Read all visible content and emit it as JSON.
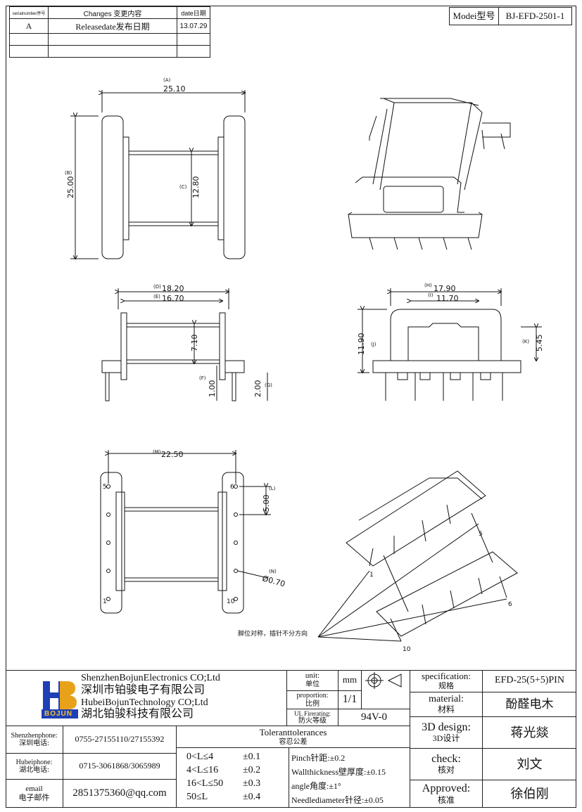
{
  "revision_table": {
    "headers": [
      "serialnumber序号",
      "Changes 变更内容",
      "date日期"
    ],
    "rows": [
      [
        "A",
        "Releasedate发布日期",
        "13.07.29"
      ],
      [
        "",
        "",
        ""
      ],
      [
        "",
        "",
        ""
      ]
    ]
  },
  "model": {
    "label": "Modei型号",
    "value": "BJ-EFD-2501-1"
  },
  "dimensions": {
    "A": {
      "tag": "(A)",
      "value": "25.10"
    },
    "B": {
      "tag": "(B)",
      "value": "25.00"
    },
    "C": {
      "tag": "(C)",
      "value": "12.80"
    },
    "D": {
      "tag": "(D)",
      "value": "18.20"
    },
    "E": {
      "tag": "(E)",
      "value": "16.70"
    },
    "side_h": {
      "value": "7.10"
    },
    "F": {
      "tag": "(F)",
      "value": "1.00"
    },
    "G": {
      "tag": "(G)",
      "value": "2.00"
    },
    "H": {
      "tag": "(H)",
      "value": "17.90"
    },
    "I": {
      "tag": "(I)",
      "value": "11.70"
    },
    "J": {
      "tag": "(J)",
      "value": "11.90"
    },
    "K": {
      "tag": "(K)",
      "value": "5.45"
    },
    "M": {
      "tag": "(M)",
      "value": "22.50"
    },
    "L": {
      "tag": "(L)",
      "value": "5.00"
    },
    "N": {
      "tag": "(N)",
      "value": "Ø0.70"
    }
  },
  "pins": {
    "p1": "1",
    "p5": "5",
    "p6": "6",
    "p10": "10",
    "iso5": "5",
    "iso1": "1",
    "iso6": "6",
    "iso10": "10"
  },
  "note": "脚位对称，插针不分方向",
  "company": {
    "line1": "ShenzhenBojunElectronics CO;Ltd",
    "line2": "深圳市铂骏电子有限公司",
    "line3": "HubeiBojunTechnology CO;Ltd",
    "line4": "湖北铂骏科技有限公司",
    "logo_text": "BOJUN"
  },
  "unit": {
    "label_en": "unit:",
    "label_cn": "单位",
    "value": "mm"
  },
  "proportion": {
    "label_en": "proportion:",
    "label_cn": "比例",
    "value": "1/1"
  },
  "ul": {
    "label_en": "UL Firerating:",
    "label_cn": "防火等级",
    "value": "94V-0"
  },
  "contacts": [
    {
      "label_en": "Shenzhenphone:",
      "label_cn": "深圳电话:",
      "value": "0755-27155110/27155392"
    },
    {
      "label_en": "Hubeiphone:",
      "label_cn": "湖北电话:",
      "value": "0715-3061868/3065989"
    },
    {
      "label_en": "email",
      "label_cn": "电子邮件",
      "value": "2851375360@qq.com"
    }
  ],
  "tolerances": {
    "title_en": "Toleranttolerances",
    "title_cn": "容忍公差",
    "ranges": [
      {
        "range": "0<L≤4",
        "tol": "±0.1"
      },
      {
        "range": "4<L≤16",
        "tol": "±0.2"
      },
      {
        "range": "16<L≤50",
        "tol": "±0.3"
      },
      {
        "range": "50≤L",
        "tol": "±0.4"
      }
    ],
    "others": [
      "Pinch针距:±0.2",
      "Wallthickness壁厚度:±0.15",
      "angle角度:±1°",
      "Needlediameter针径:±0.05"
    ]
  },
  "spec": {
    "specification": {
      "label_en": "specification:",
      "label_cn": "规格",
      "value": "EFD-25(5+5)PIN"
    },
    "material": {
      "label_en": "material:",
      "label_cn": "材料",
      "value": "酚醛电木"
    },
    "design": {
      "label_en": "3D design:",
      "label_cn": "3D设计",
      "value": "蒋光燚"
    },
    "check": {
      "label_en": "check:",
      "label_cn": "核对",
      "value": "刘文"
    },
    "approved": {
      "label_en": "Approved:",
      "label_cn": "核准",
      "value": "徐伯刚"
    }
  }
}
